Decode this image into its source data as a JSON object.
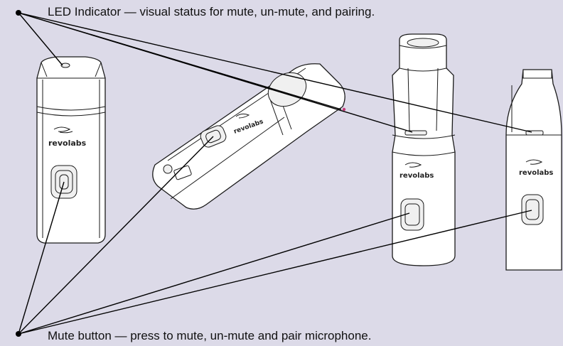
{
  "callouts": {
    "led": "LED Indicator — visual status for mute, un-mute, and pairing.",
    "mute": "Mute button — press to mute, un-mute and pair microphone."
  },
  "brand_label": "revolabs",
  "colors": {
    "background": "#dcdae8",
    "device_body": "#ffffff",
    "outline": "#1a1a1a",
    "leader_line": "#000000",
    "led_accent": "#c33a7a"
  },
  "icons": [
    "revolabs-logo-icon",
    "led-indicator-icon",
    "mute-button-icon"
  ]
}
